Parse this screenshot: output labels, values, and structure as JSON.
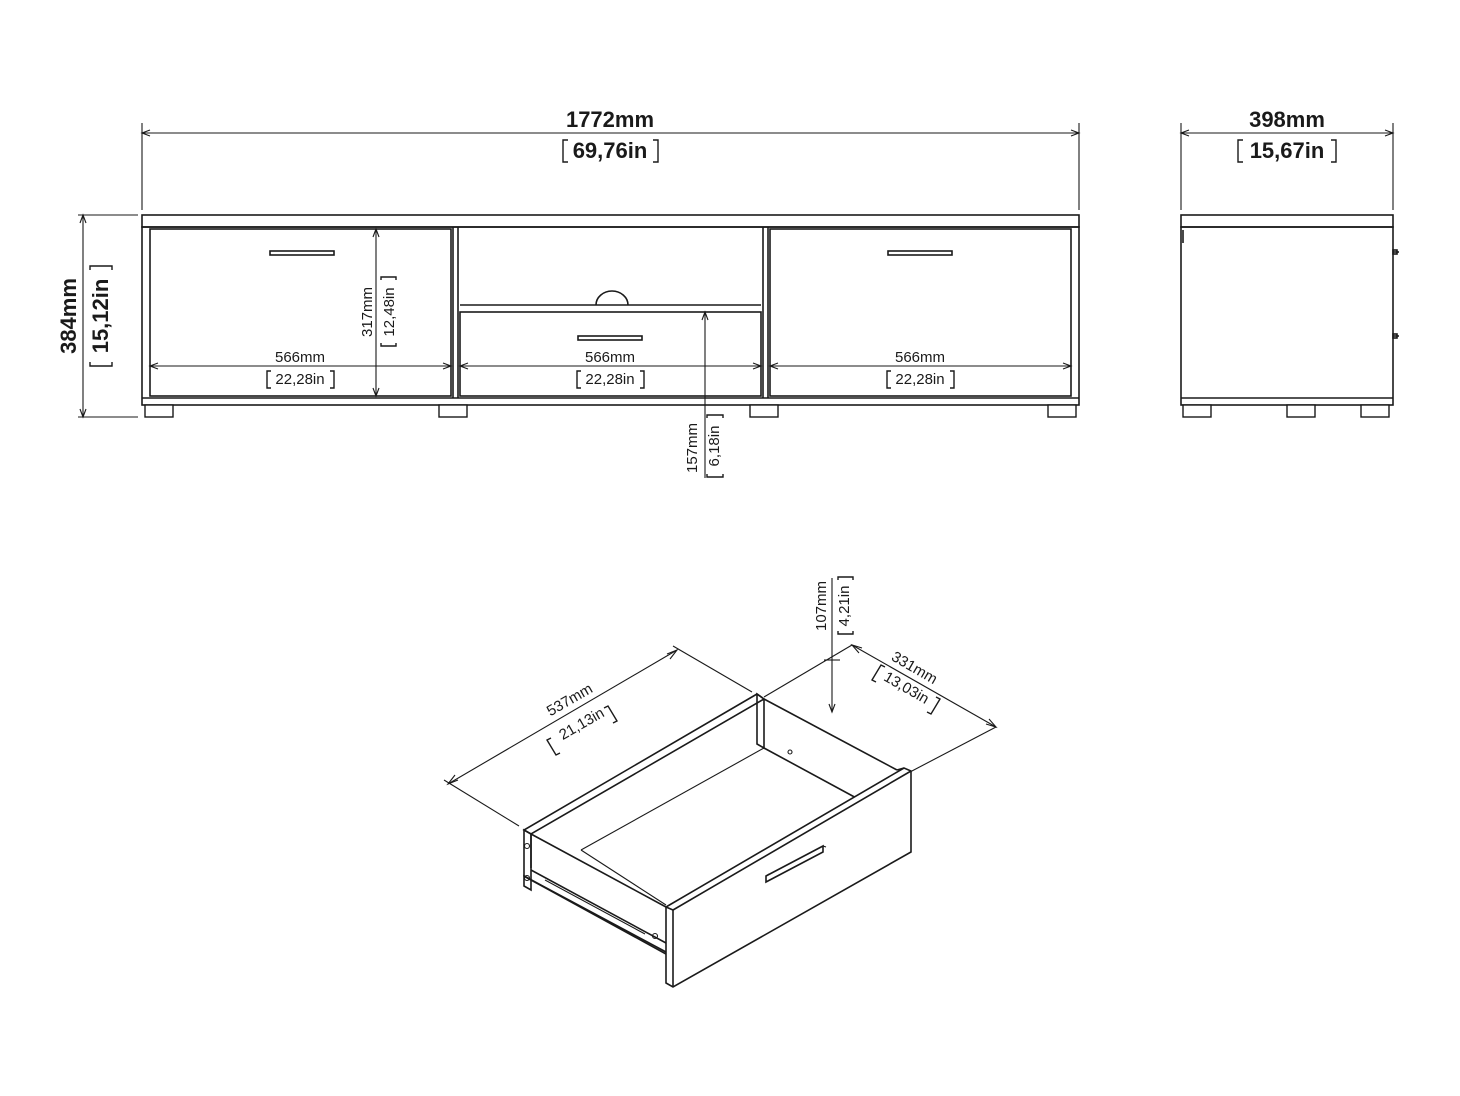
{
  "front_view": {
    "width_mm": "1772mm",
    "width_in": "69,76in",
    "height_mm": "384mm",
    "height_in": "15,12in",
    "door_height_mm": "317mm",
    "door_height_in": "12,48in",
    "leg_clearance_mm": "157mm",
    "leg_clearance_in": "6,18in",
    "compartments": [
      {
        "width_mm": "566mm",
        "width_in": "22,28in"
      },
      {
        "width_mm": "566mm",
        "width_in": "22,28in"
      },
      {
        "width_mm": "566mm",
        "width_in": "22,28in"
      }
    ]
  },
  "side_view": {
    "depth_mm": "398mm",
    "depth_in": "15,67in"
  },
  "drawer_view": {
    "length_mm": "537mm",
    "length_in": "21,13in",
    "depth_mm": "331mm",
    "depth_in": "13,03in",
    "height_mm": "107mm",
    "height_in": "4,21in"
  }
}
